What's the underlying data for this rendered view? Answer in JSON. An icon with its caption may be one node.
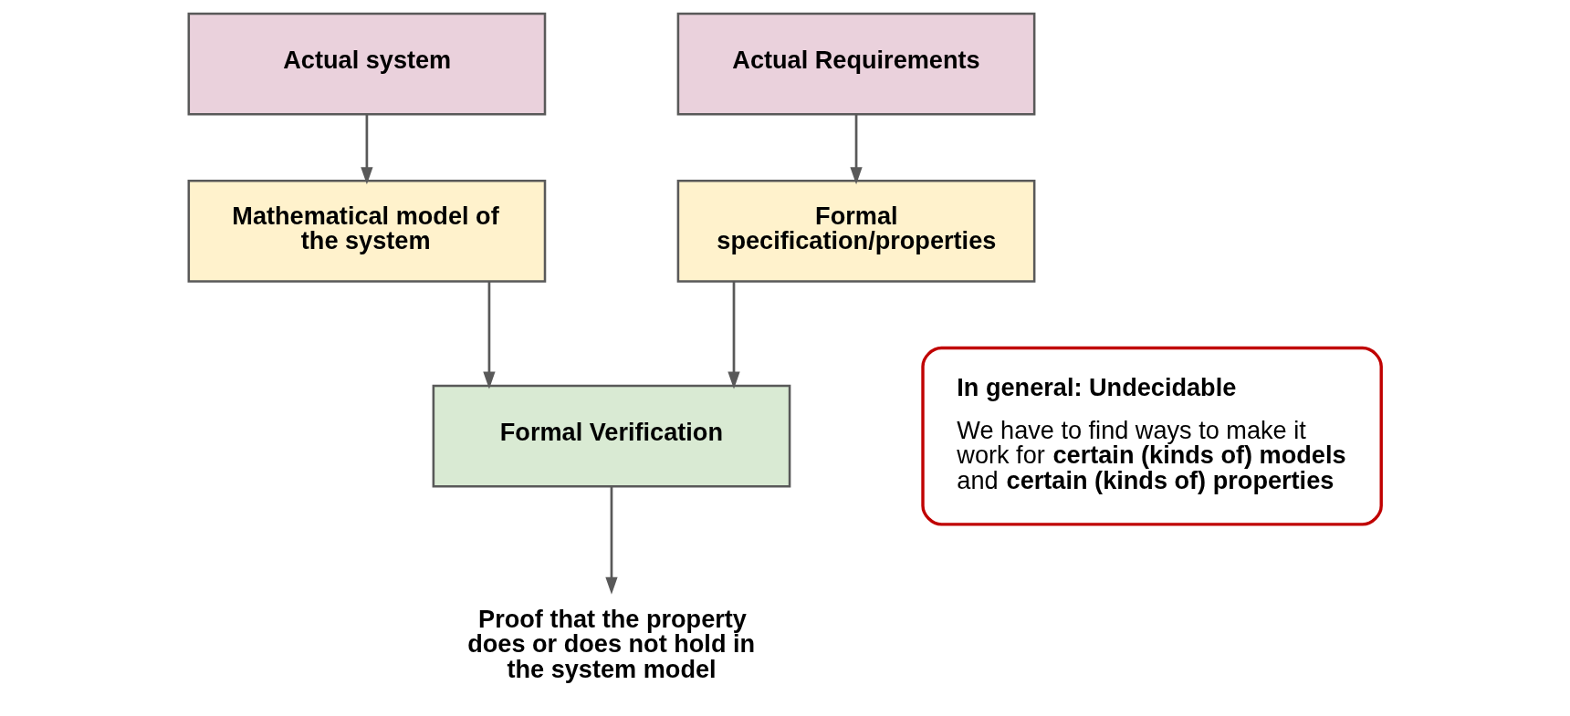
{
  "diagram": {
    "nodes": [
      {
        "text": [
          "Actual system"
        ]
      },
      {
        "text": [
          "Actual Requirements"
        ]
      },
      {
        "text": [
          "Mathematical model of the system"
        ]
      },
      {
        "text": [
          "Formal specification/properties"
        ]
      },
      {
        "text": [
          "Formal Verification"
        ]
      },
      {
        "text": [
          "Proof that the property does or does not hold in the system model"
        ]
      },
      {
        "text": [
          "In general: Undecidable",
          "We have to find ways to make it work for **certain (kinds of) models** and **certain (kinds of) properties**"
        ]
      }
    ],
    "edges": [
      {
        "from": 0,
        "to": 2,
        "arrow": "to"
      },
      {
        "from": 1,
        "to": 3,
        "arrow": "to"
      },
      {
        "from": 2,
        "to": 4,
        "arrow": "to"
      },
      {
        "from": 3,
        "to": 4,
        "arrow": "to"
      },
      {
        "from": 4,
        "to": 5,
        "arrow": "to"
      }
    ]
  }
}
